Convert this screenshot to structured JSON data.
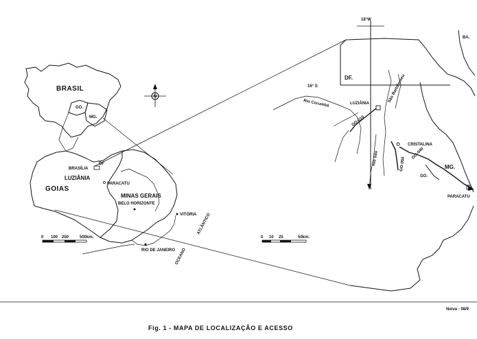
{
  "colors": {
    "ink": "#111111",
    "paper": "#ffffff"
  },
  "left_map": {
    "country": "BRASIL",
    "states": {
      "go": "GO.",
      "mg": "MG."
    },
    "regions": {
      "goias": "GOIAS",
      "minas": "MINAS GERAIS",
      "ocean_1": "OCEANO",
      "ocean_2": "ATLÂNTICO"
    },
    "places": {
      "df": "DF",
      "brasilia": "BRASÍLIA",
      "luziania": "LUZIÂNIA",
      "paracatu": "PARACATU",
      "belo_horizonte": "BELO HORIZONTE",
      "vitoria": "VITÓRIA",
      "rio": "RIO DE JANEIRO"
    },
    "north_symbol": "N",
    "scale": {
      "ticks": [
        "0",
        "100",
        "250",
        "500km."
      ]
    }
  },
  "right_map": {
    "meridian": "18°W",
    "parallel": "16° S",
    "states": {
      "df": "DF.",
      "ba": "BA.",
      "mg": "MG.",
      "go": "GO."
    },
    "places": {
      "luziania": "LUZIÂNIA",
      "cristalina": "CRISTALINA",
      "paracatu": "PARACATU"
    },
    "rivers": {
      "corumba": "Rio Corumbá",
      "sao_bartolomeu": "São Bartolomeu",
      "sao_marcos": "Rio São"
    },
    "roads": {
      "go010": "GO-010",
      "go050": "GO-050",
      "go040": "GO-040"
    },
    "scale": {
      "ticks": [
        "0",
        "10",
        "25",
        "50km."
      ]
    }
  },
  "caption": "Fig. 1 - MAPA DE LOCALIZAÇÃO E ACESSO",
  "signature": "Neiva - 08/9"
}
